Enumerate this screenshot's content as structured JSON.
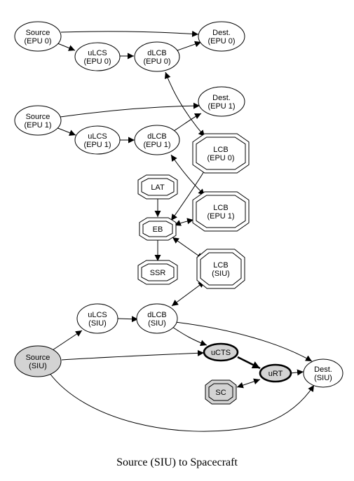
{
  "caption": "Source (SIU) to Spacecraft",
  "colors": {
    "highlight_fill": "#d3d3d3",
    "stroke": "#000000"
  },
  "nodes": {
    "source_epu0": [
      "Source",
      "(EPU 0)"
    ],
    "dest_epu0": [
      "Dest.",
      "(EPU 0)"
    ],
    "ulcs_epu0": [
      "uLCS",
      "(EPU 0)"
    ],
    "dlcb_epu0": [
      "dLCB",
      "(EPU 0)"
    ],
    "source_epu1": [
      "Source",
      "(EPU 1)"
    ],
    "dest_epu1": [
      "Dest.",
      "(EPU 1)"
    ],
    "ulcs_epu1": [
      "uLCS",
      "(EPU 1)"
    ],
    "dlcb_epu1": [
      "dLCB",
      "(EPU 1)"
    ],
    "lcb_epu0": [
      "LCB",
      "(EPU 0)"
    ],
    "lat": [
      "LAT"
    ],
    "eb": [
      "EB"
    ],
    "lcb_epu1": [
      "LCB",
      "(EPU 1)"
    ],
    "ssr": [
      "SSR"
    ],
    "lcb_siu": [
      "LCB",
      "(SIU)"
    ],
    "ulcs_siu": [
      "uLCS",
      "(SIU)"
    ],
    "dlcb_siu": [
      "dLCB",
      "(SIU)"
    ],
    "source_siu": [
      "Source",
      "(SIU)"
    ],
    "ucts": [
      "uCTS"
    ],
    "urt": [
      "uRT"
    ],
    "dest_siu": [
      "Dest.",
      "(SIU)"
    ],
    "sc": [
      "SC"
    ]
  }
}
